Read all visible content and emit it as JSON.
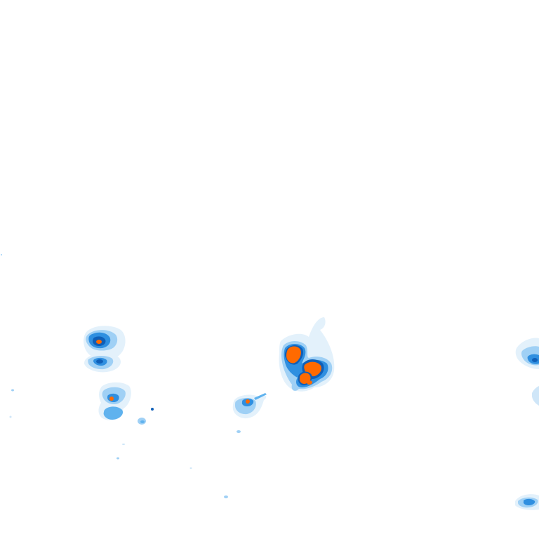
{
  "map": {
    "type": "radar-reflectivity-tile",
    "background_color": "#ffffff",
    "color_scale": {
      "very_light": "#cfe6f8",
      "light": "#9fd0f5",
      "medium_light": "#5fb2ee",
      "medium": "#2f8fe0",
      "dark": "#0f5fb8",
      "darkest": "#0a3d7a",
      "heavy": "#ff6a00",
      "heavy_edge": "#e55a00"
    },
    "echoes": [
      {
        "id": "cell-west-upper",
        "intensity": "moderate"
      },
      {
        "id": "cell-west-lower",
        "intensity": "moderate"
      },
      {
        "id": "cell-west-south",
        "intensity": "moderate"
      },
      {
        "id": "cell-center-small",
        "intensity": "moderate"
      },
      {
        "id": "cell-center-main",
        "intensity": "heavy"
      },
      {
        "id": "cell-east-edge-upper",
        "intensity": "light"
      },
      {
        "id": "cell-east-edge-lower",
        "intensity": "light"
      }
    ]
  }
}
